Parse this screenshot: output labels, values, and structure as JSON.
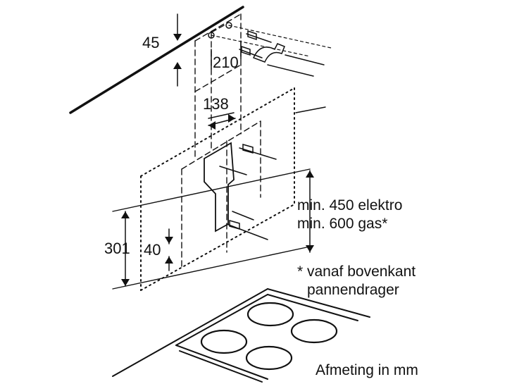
{
  "dimensions": {
    "ceiling_gap": "45",
    "bracket_spacing": "210",
    "hood_bracket_width": "138",
    "hood_height": "301",
    "hood_offset": "40"
  },
  "notes": {
    "min_electric": "min. 450 elektro",
    "min_gas": "min. 600 gas*",
    "footnote_line1": "* vanaf bovenkant",
    "footnote_line2": "pannendrager",
    "units": "Afmeting in mm"
  },
  "colors": {
    "line": "#111111",
    "background": "#ffffff"
  },
  "icons": [
    "wall-plug-icon",
    "screw-icon",
    "mounting-bracket-icon",
    "cooktop-burner-icon"
  ]
}
